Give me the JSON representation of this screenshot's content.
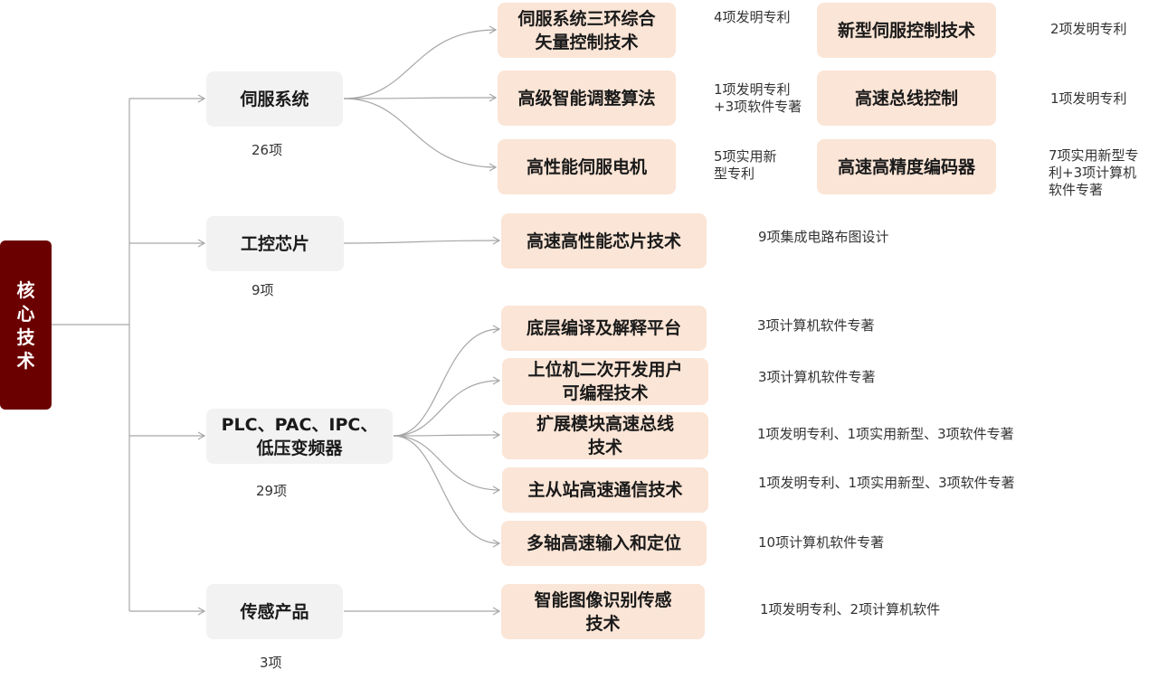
{
  "colors": {
    "root": "#6b0000",
    "tech_bg": "#fbe5d6",
    "category_bg": "#f2f2f2",
    "connector": "#a6a6a6"
  },
  "root": {
    "label": [
      "核",
      "心",
      "技",
      "术"
    ]
  },
  "categories": [
    {
      "label": "伺服系统",
      "count": "26项",
      "techs": [
        {
          "label": "伺服系统三环综合\n矢量控制技术",
          "note": "4项发明专利"
        },
        {
          "label": "高级智能调整算法",
          "note": "1项发明专利\n+3项软件专著"
        },
        {
          "label": "高性能伺服电机",
          "note": "5项实用新\n型专利"
        },
        {
          "label": "新型伺服控制技术",
          "note": "2项发明专利"
        },
        {
          "label": "高速总线控制",
          "note": "1项发明专利"
        },
        {
          "label": "高速高精度编码器",
          "note": "7项实用新型专\n利+3项计算机\n软件专著"
        }
      ]
    },
    {
      "label": "工控芯片",
      "count": "9项",
      "techs": [
        {
          "label": "高速高性能芯片技术",
          "note": "9项集成电路布图设计"
        }
      ]
    },
    {
      "label": "PLC、PAC、IPC、\n低压变频器",
      "count": "29项",
      "techs": [
        {
          "label": "底层编译及解释平台",
          "note": "3项计算机软件专著"
        },
        {
          "label": "上位机二次开发用户\n可编程技术",
          "note": "3项计算机软件专著"
        },
        {
          "label": "扩展模块高速总线\n技术",
          "note": "1项发明专利、1项实用新型、3项软件专著"
        },
        {
          "label": "主从站高速通信技术",
          "note": "1项发明专利、1项实用新型、3项软件专著"
        },
        {
          "label": "多轴高速输入和定位",
          "note": "10项计算机软件专著"
        }
      ]
    },
    {
      "label": "传感产品",
      "count": "3项",
      "techs": [
        {
          "label": "智能图像识别传感\n技术",
          "note": "1项发明专利、2项计算机软件"
        }
      ]
    }
  ]
}
